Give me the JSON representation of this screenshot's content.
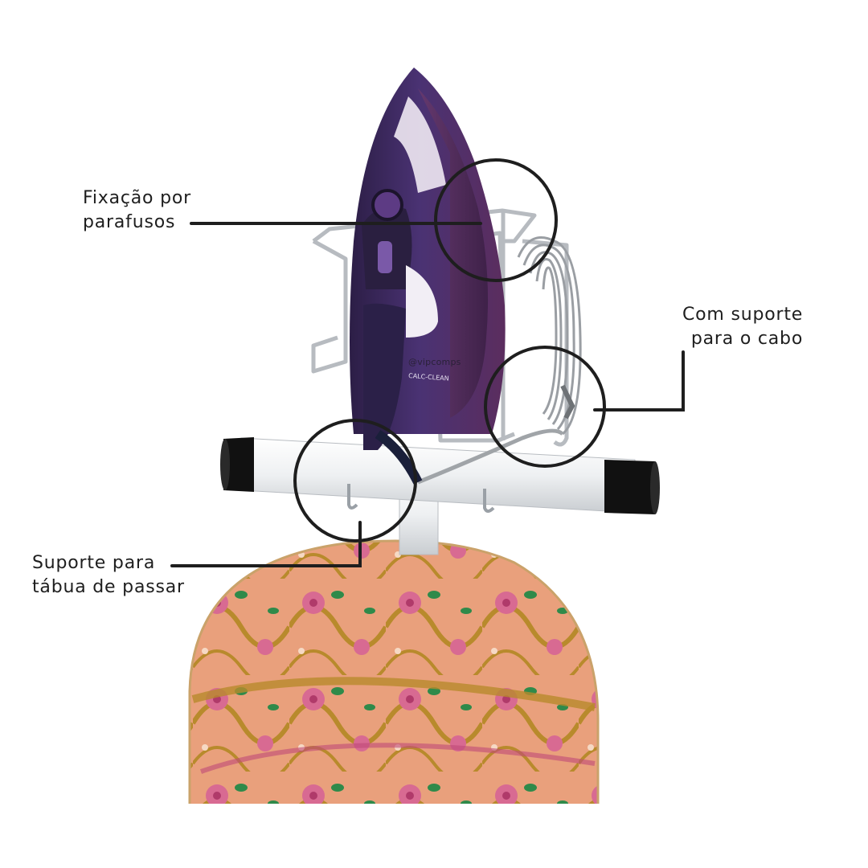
{
  "callouts": {
    "fixacao": {
      "line1": "Fixação por",
      "line2": "parafusos"
    },
    "cabo": {
      "line1": "Com suporte",
      "line2": "para o cabo"
    },
    "tabua": {
      "line1": "Suporte para",
      "line2": "tábua de passar"
    }
  },
  "iron": {
    "brand_text": "CALC-CLEAN"
  },
  "watermark": "@vipcomps",
  "colors": {
    "iron_purple": "#3d2a5c",
    "iron_plum": "#5a2f5e",
    "chrome": "#c9ccd0",
    "bar_white": "#eceff1",
    "end_cap": "#111111",
    "board_orange": "#e9a07c",
    "board_gold": "#b88a2c",
    "flower_pink": "#d86a92",
    "leaf_green": "#2f8a4a",
    "callout_line": "#1e1e1e"
  },
  "icons": [
    "magnifier-circle",
    "magnifier-circle",
    "magnifier-circle"
  ]
}
